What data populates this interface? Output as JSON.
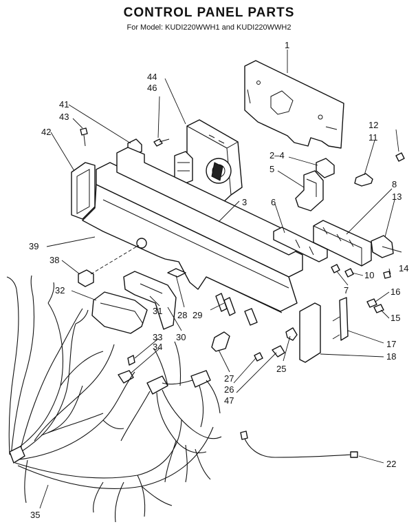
{
  "header": {
    "title": "CONTROL PANEL PARTS",
    "subtitle": "For Model: KUDI220WWH1 and KUDI220WWH2"
  },
  "callouts": {
    "c1": "1",
    "c12": "12",
    "c11": "11",
    "c44": "44",
    "c46": "46",
    "c41": "41",
    "c43": "43",
    "c42": "42",
    "c2_4": "2–4",
    "c5": "5",
    "c8": "8",
    "c13": "13",
    "c3": "3",
    "c6": "6",
    "c39": "39",
    "c38": "38",
    "c14": "14",
    "c10": "10",
    "c7": "7",
    "c16": "16",
    "c15": "15",
    "c17": "17",
    "c18": "18",
    "c32": "32",
    "c31": "31",
    "c28": "28",
    "c29": "29",
    "c30": "30",
    "c33": "33",
    "c34": "34",
    "c25": "25",
    "c27": "27",
    "c26": "26",
    "c47": "47",
    "c22": "22",
    "c35": "35"
  }
}
